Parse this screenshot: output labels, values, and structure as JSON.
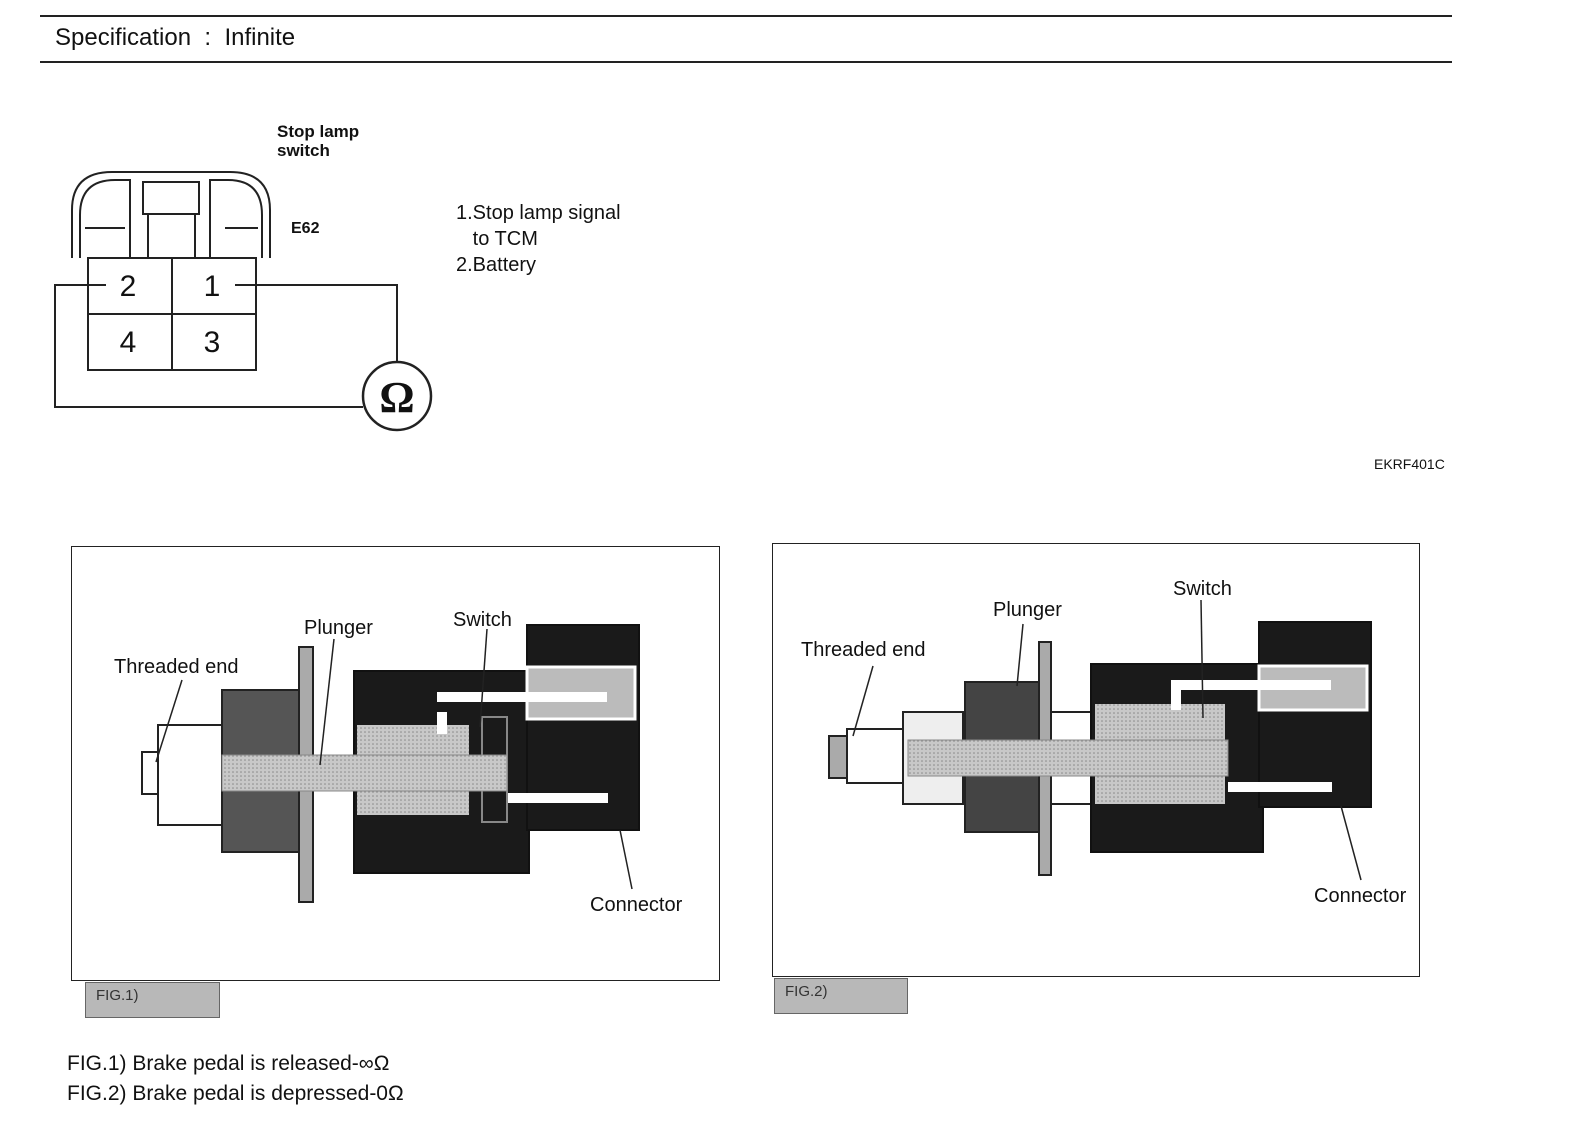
{
  "specification": {
    "label": "Specification",
    "separator": ":",
    "value": "Infinite"
  },
  "switch_diagram": {
    "title_line1": "Stop lamp",
    "title_line2": "switch",
    "connector_id": "E62",
    "pins": [
      "2",
      "1",
      "4",
      "3"
    ],
    "meter_symbol": "Ω"
  },
  "pin_list": [
    "1.Stop lamp signal",
    "   to TCM",
    "2.Battery"
  ],
  "image_code": "EKRF401C",
  "fig1": {
    "tag": "FIG.1)",
    "labels": {
      "threaded_end": "Threaded end",
      "plunger": "Plunger",
      "switch": "Switch",
      "connector": "Connector"
    }
  },
  "fig2": {
    "tag": "FIG.2)",
    "labels": {
      "threaded_end": "Threaded end",
      "plunger": "Plunger",
      "switch": "Switch",
      "connector": "Connector"
    }
  },
  "captions": [
    "FIG.1) Brake pedal is released-∞Ω",
    "FIG.2) Brake pedal is depressed-0Ω"
  ]
}
